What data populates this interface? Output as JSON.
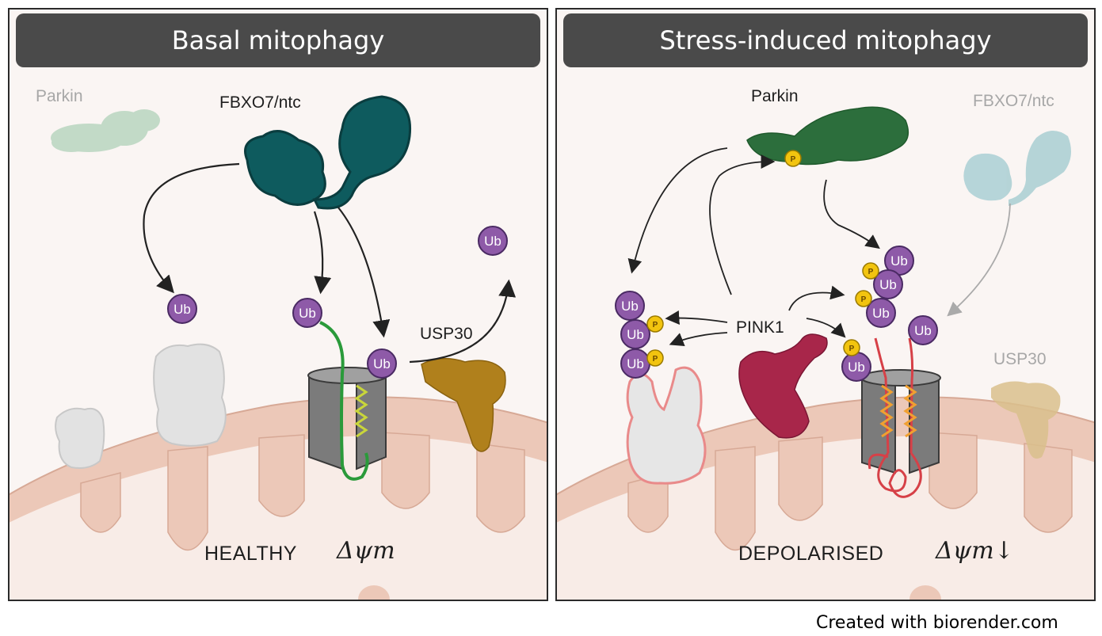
{
  "left_panel": {
    "title": "Basal mitophagy",
    "labels": {
      "parkin": "Parkin",
      "fbxo7": "FBXO7/ntc",
      "usp30": "USP30",
      "state": "HEALTHY",
      "membrane_potential": "Δψm"
    },
    "ubiquitin_label": "Ub"
  },
  "right_panel": {
    "title": "Stress-induced mitophagy",
    "labels": {
      "parkin": "Parkin",
      "fbxo7": "FBXO7/ntc",
      "pink1": "PINK1",
      "usp30": "USP30",
      "state": "DEPOLARISED",
      "membrane_potential": "Δψm↓"
    },
    "ubiquitin_label": "Ub",
    "phospho_label": "P"
  },
  "footer": "Created with biorender.com",
  "colors": {
    "panel_header": "#4a4a4a",
    "mitochondrion": "#ecc8b8",
    "ubiquitin": "#8e5aa8",
    "phospho": "#f2c40f",
    "fbxo7": "#0e5b5e",
    "parkin": "#2c6e3c",
    "pink1": "#a8264a",
    "usp30": "#b0801c"
  }
}
